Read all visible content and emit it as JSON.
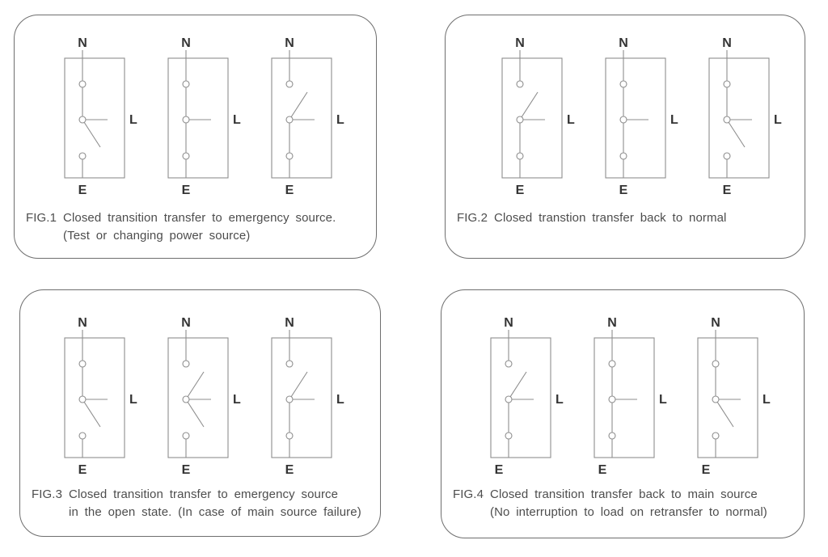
{
  "terminal_labels": {
    "top": "N",
    "right": "L",
    "bottom": "E"
  },
  "colors": {
    "background": "#ffffff",
    "panel_border": "#6e6e6e",
    "diagram_line": "#8e8e8e",
    "label_text": "#343434",
    "caption_text": "#4d4d4d"
  },
  "panels": [
    {
      "fig_label": "FIG.1",
      "caption_line1": "Closed transition transfer to emergency source.",
      "caption_line2": "(Test or changing power source)",
      "switch_states": [
        "n_closed",
        "both_closed",
        "e_closed"
      ],
      "e_label_offset_x": 0
    },
    {
      "fig_label": "FIG.2",
      "caption_line1": "Closed transtion transfer back to normal",
      "caption_line2": "",
      "switch_states": [
        "e_closed",
        "both_closed",
        "n_closed"
      ],
      "e_label_offset_x": 0
    },
    {
      "fig_label": "FIG.3",
      "caption_line1": "Closed transition transfer to emergency source",
      "caption_line2": "in the open state. (In case of main source failure)",
      "switch_states": [
        "n_closed",
        "open",
        "e_closed"
      ],
      "e_label_offset_x": 0
    },
    {
      "fig_label": "FIG.4",
      "caption_line1": "Closed transition transfer back to main source",
      "caption_line2": "(No interruption to load on retransfer to normal)",
      "switch_states": [
        "e_closed",
        "both_closed",
        "n_closed"
      ],
      "e_label_offset_x": -12
    }
  ]
}
